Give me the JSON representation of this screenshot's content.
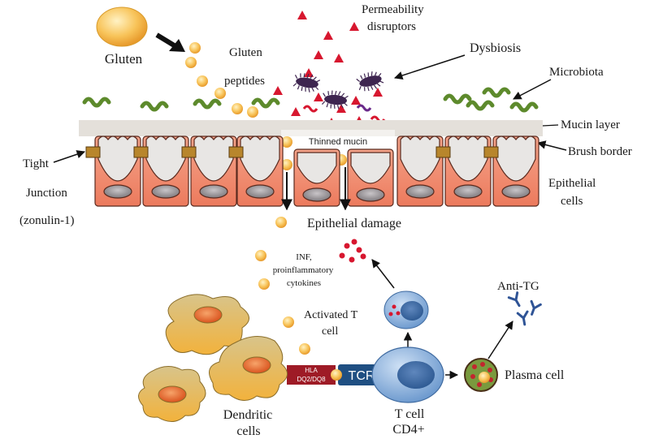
{
  "labels": {
    "gluten": "Gluten",
    "gluten_peptides_1": "Gluten",
    "gluten_peptides_2": "peptides",
    "permeability_1": "Permeability",
    "permeability_2": "disruptors",
    "dysbiosis": "Dysbiosis",
    "microbiota": "Microbiota",
    "mucin_layer": "Mucin layer",
    "thinned_mucin": "Thinned mucin",
    "brush_border": "Brush border",
    "tight_1": "Tight",
    "tight_2": "Junction",
    "tight_3": "(zonulin-1)",
    "epithelial_1": "Epithelial",
    "epithelial_2": "cells",
    "epithelial_damage": "Epithelial damage",
    "inf_1": "INF,",
    "inf_2": "proinflammatory",
    "inf_3": "cytokines",
    "activated_1": "Activated T",
    "activated_2": "cell",
    "anti_tg": "Anti-TG",
    "hla_1": "HLA",
    "hla_2": "DQ2/DQ8",
    "tcr": "TCR",
    "tcell_1": "T cell",
    "tcell_2": "CD4+",
    "plasma_cell": "Plasma cell",
    "dendritic_1": "Dendritic",
    "dendritic_2": "cells"
  },
  "colors": {
    "peptide": "#f6b94a",
    "cell_body": "#f08a6c",
    "mucin": "#e4e0da",
    "microbiota": "#5d8a2c",
    "disruptor": "#d7172f",
    "dendritic": "#e2c06a",
    "tcell": "#7aa4d6",
    "tcr": "#1f4f82",
    "hla": "#9e1b26",
    "antibody": "#2f5496"
  }
}
